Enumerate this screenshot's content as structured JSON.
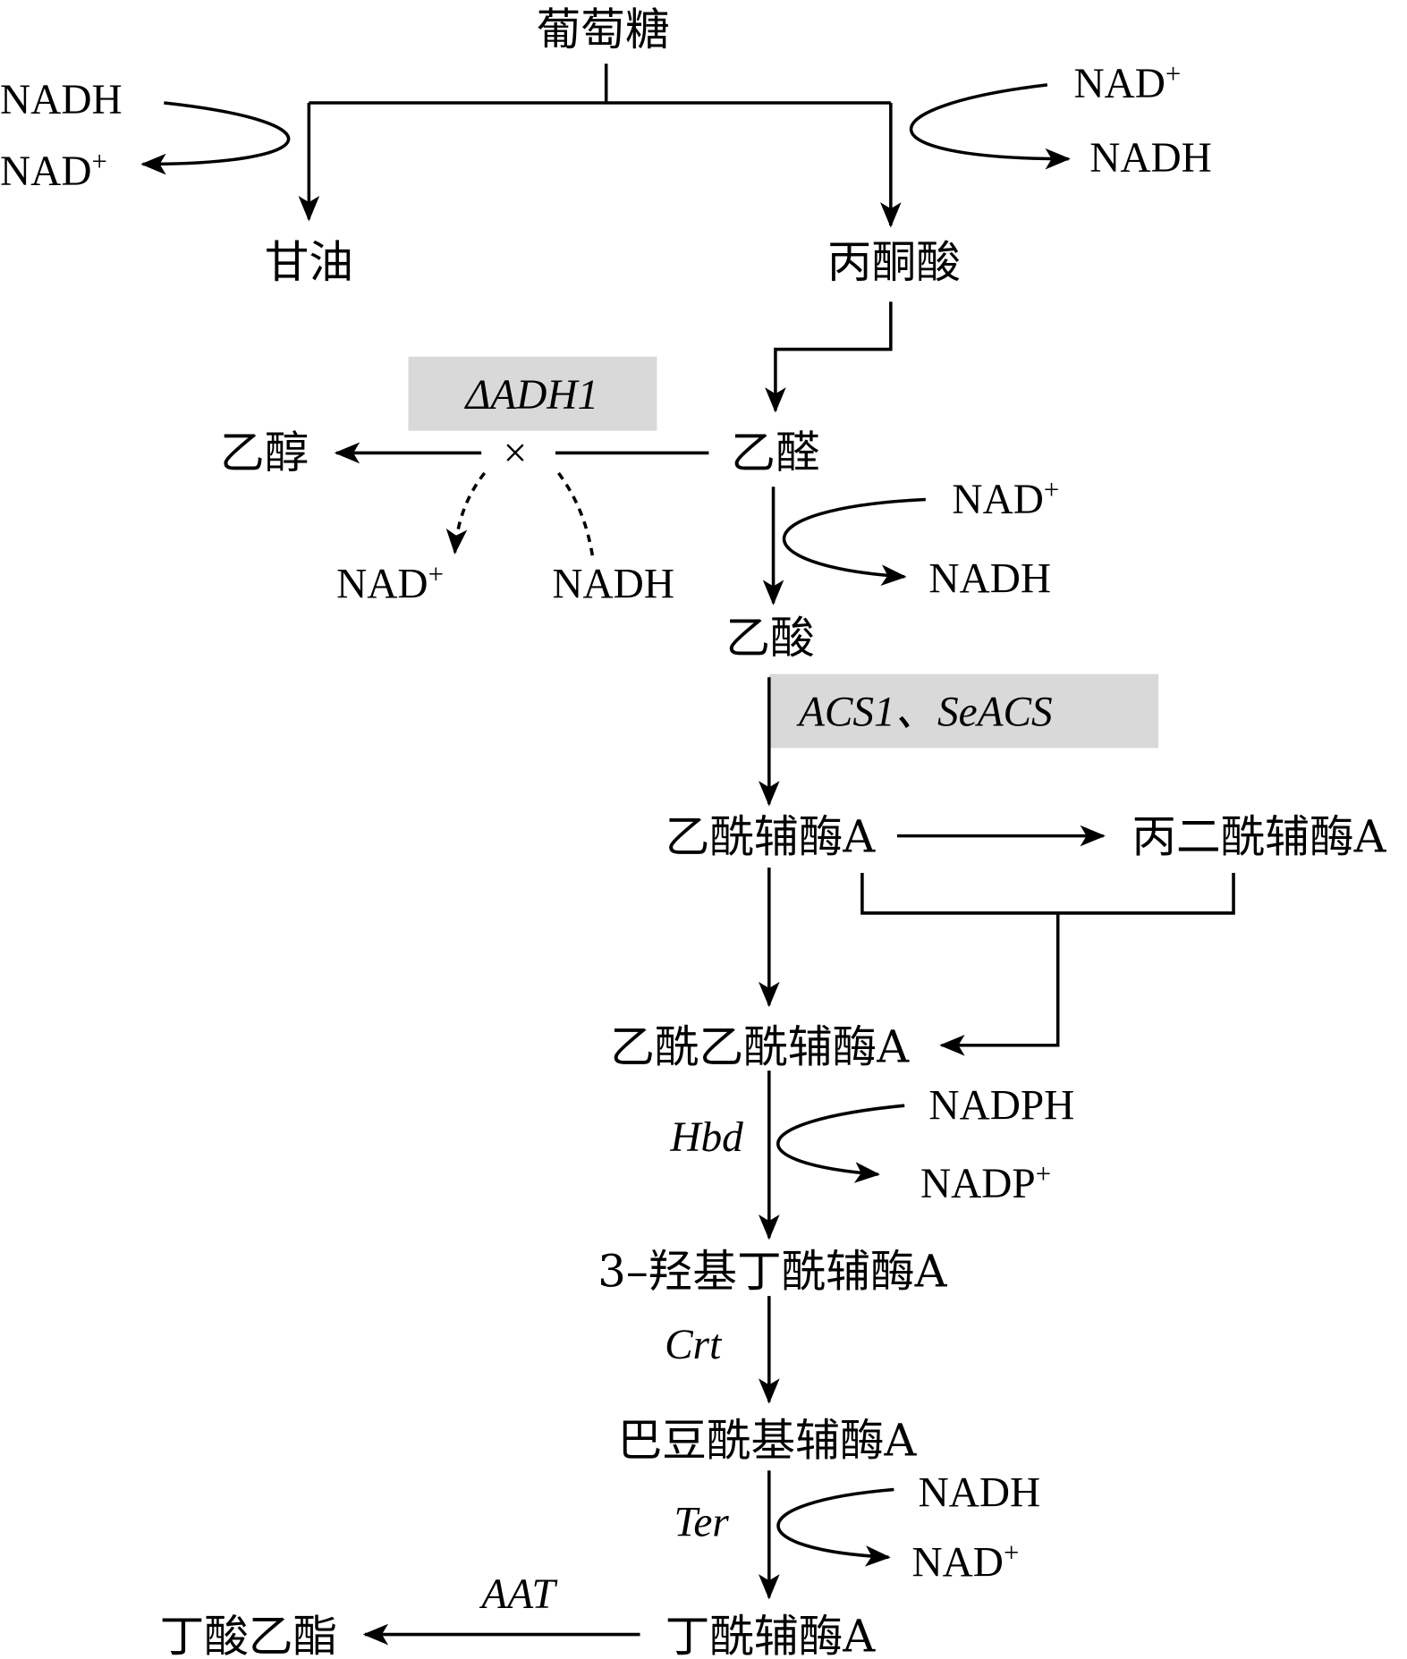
{
  "nodes": {
    "glucose": "葡萄糖",
    "glycerol": "甘油",
    "pyruvate": "丙酮酸",
    "acetaldehyde": "乙醛",
    "ethanol": "乙醇",
    "acetate": "乙酸",
    "acetyl_coa": "乙酰辅酶A",
    "malonyl_coa": "丙二酰辅酶A",
    "acetoacetyl_coa": "乙酰乙酰辅酶A",
    "hydroxybutyryl_coa": "3–羟基丁酰辅酶A",
    "crotonyl_coa": "巴豆酰基辅酶A",
    "butyryl_coa": "丁酰辅酶A",
    "ethyl_butyrate": "丁酸乙酯"
  },
  "cofactors": {
    "nadh": "NADH",
    "nad": "NAD",
    "nadph": "NADPH",
    "nadp": "NADP",
    "plus": "+"
  },
  "enzymes": {
    "adh1": "ΔADH1",
    "acs": "ACS1、SeACS",
    "hbd": "Hbd",
    "crt": "Crt",
    "ter": "Ter",
    "aat": "AAT"
  },
  "symbols": {
    "blocked": "×"
  },
  "colors": {
    "highlight_box": "#d9d9d9"
  }
}
